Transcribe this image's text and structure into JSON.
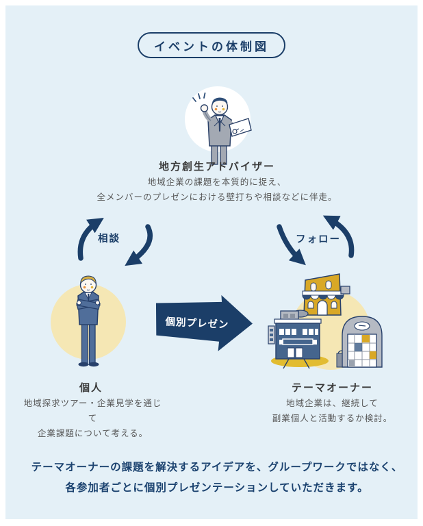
{
  "title": "イベントの体制図",
  "advisor": {
    "name": "地方創生アドバイザー",
    "desc_line1": "地域企業の課題を本質的に捉え、",
    "desc_line2": "全メンバーのプレゼンにおける壁打ちや相談などに伴走。"
  },
  "labels": {
    "consult": "相談",
    "follow": "フォロー",
    "presentation": "個別プレゼン"
  },
  "individual": {
    "name": "個人",
    "desc_line1": "地域探求ツアー・企業見学を通じて",
    "desc_line2": "企業課題について考える。"
  },
  "theme_owner": {
    "name": "テーマオーナー",
    "desc_line1": "地域企業は、継続して",
    "desc_line2": "副業個人と活動するか検討。"
  },
  "footer": {
    "line1": "テーマオーナーの課題を解決するアイデアを、グループワークではなく、",
    "line2": "各参加者ごとに個別プレゼンテーションしていただきます。"
  },
  "icons": {
    "advisor": "advisor-person-with-tablet",
    "individual": "businessman-arms-crossed",
    "theme_owner": "local-company-buildings",
    "consult": "double-curved-arrows",
    "follow": "double-curved-arrows",
    "presentation": "big-right-arrow"
  },
  "colors": {
    "panel_bg": "#e4f0f7",
    "navy": "#1b3e68",
    "heading_text": "#3a3a3a",
    "body_text": "#575757",
    "circle_yellow": "#f5e7b4",
    "circle_white": "#ffffff",
    "suit_gray": "#a3a9b3",
    "suit_blue": "#506e9a",
    "shop_yellow": "#d9a826",
    "office_blue": "#45658d",
    "building_gray": "#b5bac3",
    "ground_yellow": "#e2bc31"
  }
}
